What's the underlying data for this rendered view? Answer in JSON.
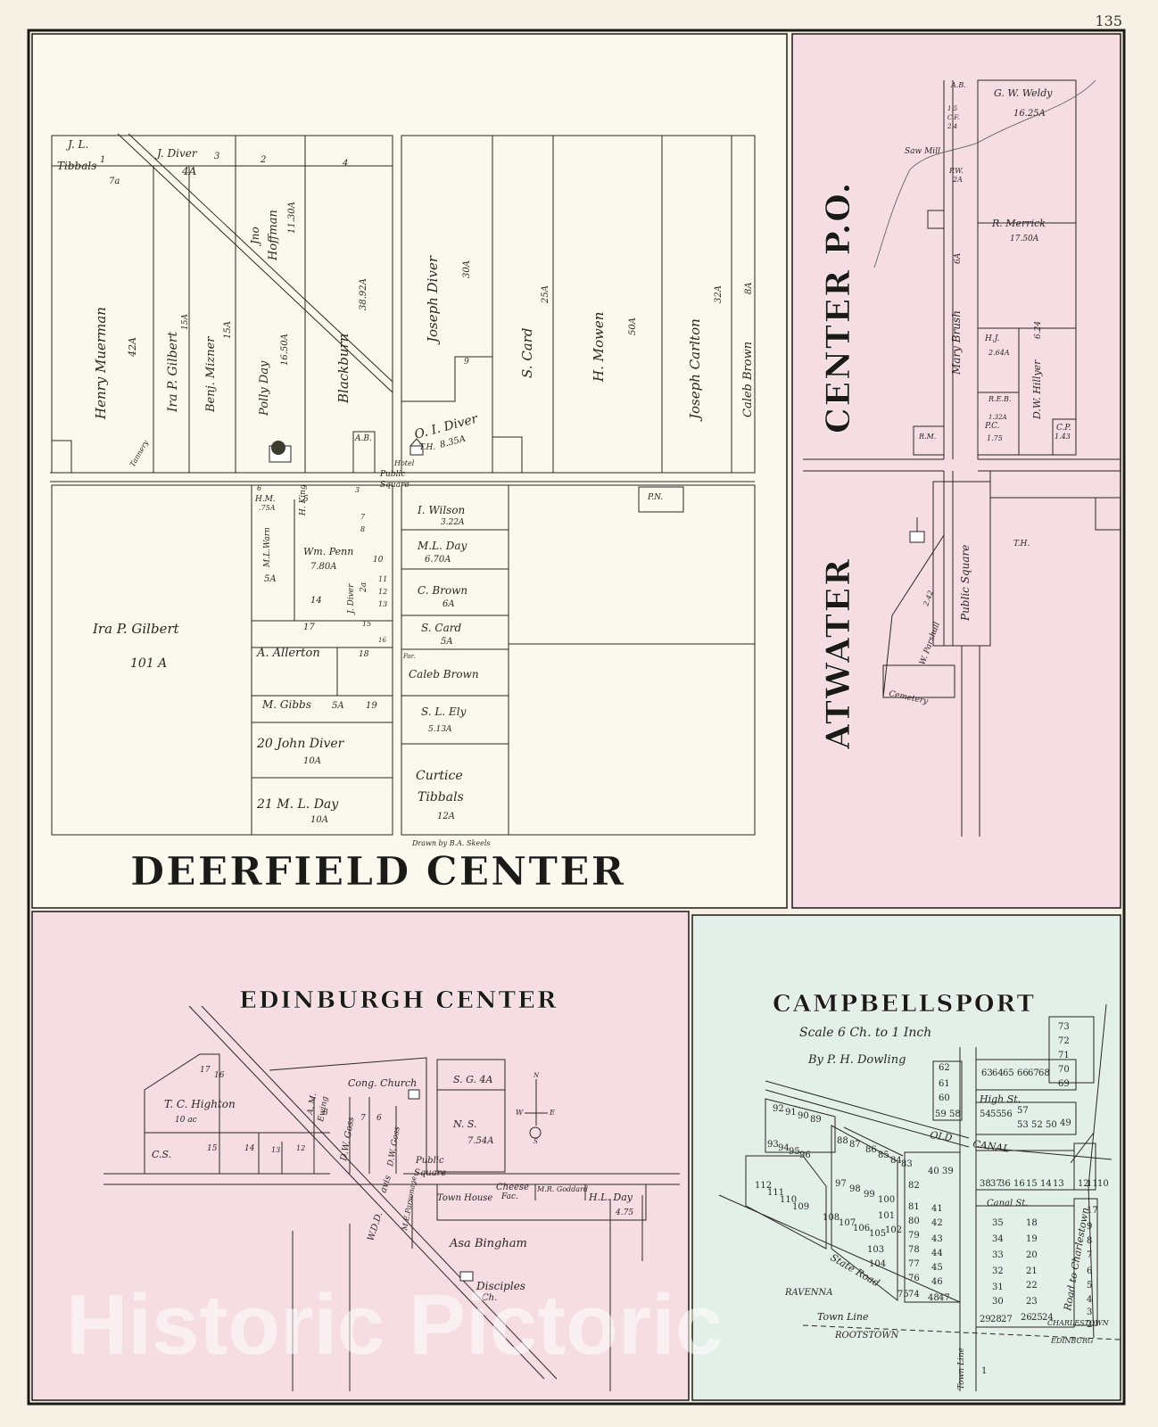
{
  "page_number": "135",
  "watermark": "Historic Pictoric",
  "colors": {
    "paper": "#f6f1e4",
    "deerfield_fill": "#fbf8ee",
    "pink_fill": "#f5dde3",
    "green_fill": "#e3efe9",
    "ink": "#2a2622"
  },
  "deerfield": {
    "title": "DEERFIELD CENTER",
    "drawn_by": "Drawn by B.A. Skeels",
    "labels": {
      "jl": "J. L.",
      "jl_tibbals": "Tibbals",
      "jl_7a": "7a",
      "n1": "1",
      "jdiver": "J. Diver",
      "jdiver_3": "3",
      "jdiver_4a": "4A",
      "n2": "2",
      "jno": "Jno",
      "hoffman": "Hoffman",
      "hoffman_a": "11.30A",
      "n4": "4",
      "henry": "Henry Muerman",
      "henry_a": "42A",
      "ira": "Ira P. Gilbert",
      "ira_a": "15A",
      "benj": "Benj. Mizner",
      "benj_a": "15A",
      "polly": "Polly Day",
      "polly_a": "16.50A",
      "blackburn": "Blackburn",
      "blackburn_a": "38.92A",
      "jdiver2": "Joseph Diver",
      "jdiver2_a": "30A",
      "n9": "9",
      "scard": "S. Card",
      "scard_a": "25A",
      "mowen": "H. Mowen",
      "mowen_a": "50A",
      "carlton": "Joseph Carlton",
      "carlton_a": "32A",
      "caleb": "Caleb Brown",
      "caleb_a": "8A",
      "tannery": "Tannery",
      "oi": "O. I. Diver",
      "oi_a": "8.35A",
      "th": "T.H.",
      "ab": "A.B.",
      "hotel": "Hotel",
      "public": "Public",
      "square": "Square",
      "pn": "P.N.",
      "ira_big": "Ira P. Gilbert",
      "ira_big_a": "101 A",
      "hm": "H.M.",
      "hm_a": ".75A",
      "n6": "6",
      "hking": "H. King",
      "mlwarn": "M.L.Warn",
      "mlwarn_a": "5A",
      "n5": "5",
      "n3": "3",
      "n7": "7",
      "n8": "8",
      "wmpenn": "Wm. Penn",
      "wmpenn_a": "7.80A",
      "n10": "10",
      "n11": "11",
      "n12": "12",
      "n13": "13",
      "n14": "14",
      "n15": "15",
      "n16": "16",
      "n17": "17",
      "n18": "18",
      "n19": "19",
      "jdiv_small": "J. Diver",
      "jdiv_small_a": "2a",
      "allerton": "A. Allerton",
      "gibbs": "M. Gibbs",
      "gibbs_a": "5A",
      "john": "20 John Diver",
      "john_a": "10A",
      "mlday21": "21 M. L. Day",
      "mlday21_a": "10A",
      "wilson": "I. Wilson",
      "wilson_a": "3.22A",
      "mlday": "M.L. Day",
      "mlday_a": "6.70A",
      "cbrown": "C. Brown",
      "cbrown_a": "6A",
      "scard2": "S. Card",
      "scard2_a": "5A",
      "par": "Par.",
      "caleb2": "Caleb Brown",
      "ely": "S. L. Ely",
      "ely_a": "5.13A",
      "curtice": "Curtice",
      "curtice2": "Tibbals",
      "curtice_a": "12A"
    }
  },
  "atwater": {
    "title1": "ATWATER",
    "title2": "CENTER P.O.",
    "labels": {
      "ab": "A.B.",
      "n15": "1.5",
      "cf": "C.F.",
      "n24": "2.4",
      "sawmill": "Saw Mill",
      "pw": "P.W.",
      "pw_a": "2A",
      "weldy": "G. W. Weldy",
      "weldy_a": "16.25A",
      "merrick": "R. Merrick",
      "merrick_a": "17.50A",
      "brush": "Mary Brush",
      "brush_a": "6A",
      "hj": "H.J.",
      "hj_a": "2.64A",
      "reb": "R.E.B.",
      "reb_a": "1.32A",
      "hillyer": "D.W. Hillyer",
      "hillyer_a": "6.24",
      "pc": "P.C.",
      "pc_a": "1.75",
      "cp": "C.P.",
      "cp_a": "1.43",
      "rm": "R.M.",
      "public_square": "Public Square",
      "th": "T.H.",
      "parshall": "W. Parshall",
      "parshall_a": "2.42",
      "cemetery": "Cemetery"
    }
  },
  "edinburgh": {
    "title": "EDINBURGH CENTER",
    "labels": {
      "n17": "17",
      "n16": "16",
      "highton": "T. C. Highton",
      "highton_a": "10 ac",
      "cs": "C.S.",
      "n15": "15",
      "n14": "14",
      "n13": "13",
      "n12": "12",
      "am": "A. M.",
      "ewing": "Ewing",
      "n8": "8",
      "dwgoss": "D.W. Goss",
      "n7": "7",
      "n6": "6",
      "dwgoss2": "D.W. Goss",
      "cong": "Cong. Church",
      "sg": "S. G. 4A",
      "ns": "N. S.",
      "ns_a": "7.54A",
      "compass_n": "N",
      "compass_s": "S",
      "compass_e": "E",
      "compass_w": "W",
      "public": "Public",
      "square": "Square",
      "townhouse": "Town House",
      "cheese": "Cheese",
      "fac": "Fac.",
      "goddard": "M.R. Goddard",
      "hlday": "H.L. Day",
      "hlday_a": "4.75",
      "wdd": "W.D.D.",
      "avis": "avis",
      "mep": "M.E.Parsonage",
      "bingham": "Asa Bingham",
      "disciples": "Disciples",
      "ch": "Ch."
    }
  },
  "campbellsport": {
    "title": "CAMPBELLSPORT",
    "scale": "Scale 6 Ch. to 1 Inch",
    "by": "By P. H. Dowling",
    "labels": {
      "high": "High St.",
      "old": "OLD",
      "canal": "CANAL",
      "canal_st": "Canal St.",
      "state_road": "State Road",
      "ravenna": "RAVENNA",
      "town_line": "Town Line",
      "rootstown": "ROOTSTOWN",
      "town_line_v": "Town Line",
      "road_charles": "Road to Charlestown",
      "charlestown": "CHARLESTOWN",
      "edinburg": "EDINBURG"
    },
    "lots": [
      "73",
      "72",
      "71",
      "70",
      "69",
      "62",
      "61",
      "60",
      "59",
      "58",
      "63",
      "64",
      "65",
      "66",
      "67",
      "68",
      "92",
      "91",
      "90",
      "89",
      "93",
      "94",
      "95",
      "96",
      "88",
      "87",
      "86",
      "85",
      "84",
      "83",
      "82",
      "54",
      "55",
      "56",
      "57",
      "53",
      "52",
      "50",
      "49",
      "40",
      "39",
      "38",
      "37",
      "36",
      "16",
      "15",
      "14",
      "13",
      "12",
      "11",
      "10",
      "112",
      "111",
      "110",
      "109",
      "97",
      "98",
      "99",
      "100",
      "101",
      "108",
      "107",
      "106",
      "105",
      "103",
      "104",
      "102",
      "81",
      "80",
      "79",
      "78",
      "77",
      "76",
      "75",
      "74",
      "48",
      "47",
      "46",
      "45",
      "44",
      "43",
      "42",
      "41",
      "35",
      "34",
      "33",
      "32",
      "31",
      "30",
      "29",
      "28",
      "27",
      "26",
      "25",
      "24",
      "23",
      "22",
      "21",
      "20",
      "19",
      "18",
      "17",
      "9",
      "8",
      "7",
      "6",
      "5",
      "4",
      "3",
      "2",
      "1"
    ]
  }
}
